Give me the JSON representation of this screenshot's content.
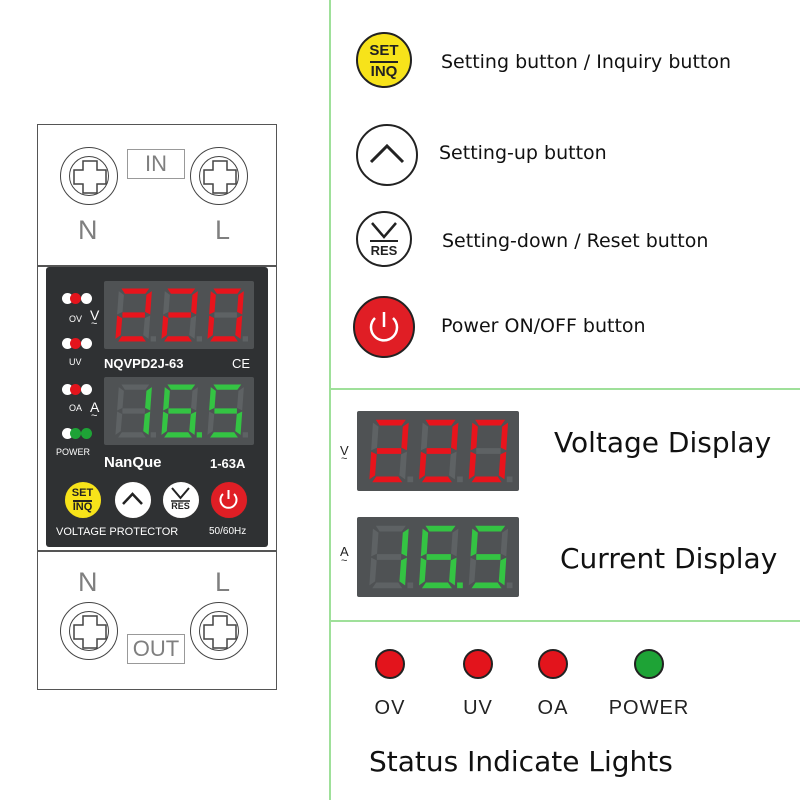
{
  "device": {
    "top_terminal_box": "IN",
    "top_left_label": "N",
    "top_right_label": "L",
    "bottom_terminal_box": "OUT",
    "bottom_left_label": "N",
    "bottom_right_label": "L",
    "voltage_reading": "220",
    "current_reading": "16.5",
    "model": "NQVPD2J-63",
    "ce_mark": "CE",
    "brand": "NanQue",
    "rating": "1-63A",
    "product_name": "VOLTAGE PROTECTOR",
    "frequency": "50/60Hz",
    "indicator_labels": {
      "ov": "OV",
      "uv": "UV",
      "oa": "OA",
      "power": "POWER"
    },
    "unit_v": "V",
    "unit_a": "A",
    "ac_symbol": "~",
    "set_top": "SET",
    "set_bottom": "INQ",
    "res_label": "RES"
  },
  "legend_buttons": [
    {
      "icon": "set-inq-icon",
      "label": "Setting button / Inquiry button"
    },
    {
      "icon": "up-chevron-icon",
      "label": "Setting-up button"
    },
    {
      "icon": "down-reset-icon",
      "label": "Setting-down / Reset button"
    },
    {
      "icon": "power-icon",
      "label": "Power ON/OFF button"
    }
  ],
  "displays": {
    "voltage": {
      "unit": "V",
      "ac": "~",
      "value": "220",
      "label": "Voltage Display",
      "color": "#e8141c"
    },
    "current": {
      "unit": "A",
      "ac": "~",
      "value": "16.5",
      "label": "Current Display",
      "color": "#34c443"
    }
  },
  "status_lights": {
    "items": [
      {
        "label": "OV",
        "color": "#e3141c"
      },
      {
        "label": "UV",
        "color": "#e3141c"
      },
      {
        "label": "OA",
        "color": "#e3141c"
      },
      {
        "label": "POWER",
        "color": "#1ea336"
      }
    ],
    "title": "Status Indicate Lights"
  },
  "colors": {
    "divider": "#9fe09a",
    "panel": "#2f3133",
    "red_seg": "#e8141c",
    "green_seg": "#34c443",
    "set_yellow": "#f7e31a",
    "power_red": "#e01e25"
  }
}
